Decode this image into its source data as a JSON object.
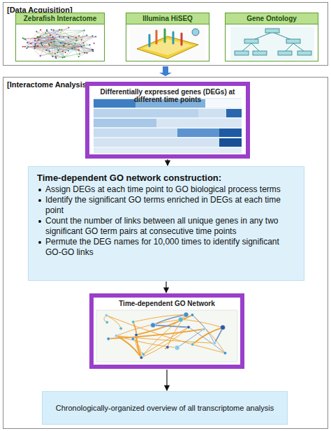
{
  "diagram": {
    "nodes": [
      {
        "text": [
          "[Data Acquisition]"
        ]
      },
      {
        "text": [
          "Zebrafish Interactome"
        ],
        "in": 0
      },
      {
        "text": [
          "Illumina HiSEQ"
        ],
        "in": 0
      },
      {
        "text": [
          "Gene Ontology"
        ],
        "in": 0
      },
      {
        "text": [
          "[Interactome Analysis]"
        ]
      },
      {
        "text": [
          "Differentially expressed genes (DEGs) at different time points"
        ],
        "in": 4
      },
      {
        "text": [
          "Time-dependent GO network construction:",
          "Assign DEGs at each time point to GO biological process terms",
          "Identify the significant GO terms enriched in DEGs at each time point",
          "Count the number of links between all unique genes in any two significant GO term pairs at consecutive time points",
          "Permute the DEG names for 10,000 times to identify significant GO-GO links"
        ],
        "in": 4
      },
      {
        "text": [
          "Time-dependent GO Network"
        ],
        "in": 4
      },
      {
        "text": [
          "Chronologically-organized overview of all transcriptome analysis"
        ],
        "in": 4
      }
    ],
    "edges": [
      {
        "from": 0,
        "to": 4,
        "arrow": "to"
      },
      {
        "from": 5,
        "to": 6,
        "arrow": "to"
      },
      {
        "from": 6,
        "to": 7,
        "arrow": "to"
      },
      {
        "from": 7,
        "to": 8,
        "arrow": "to"
      }
    ]
  }
}
